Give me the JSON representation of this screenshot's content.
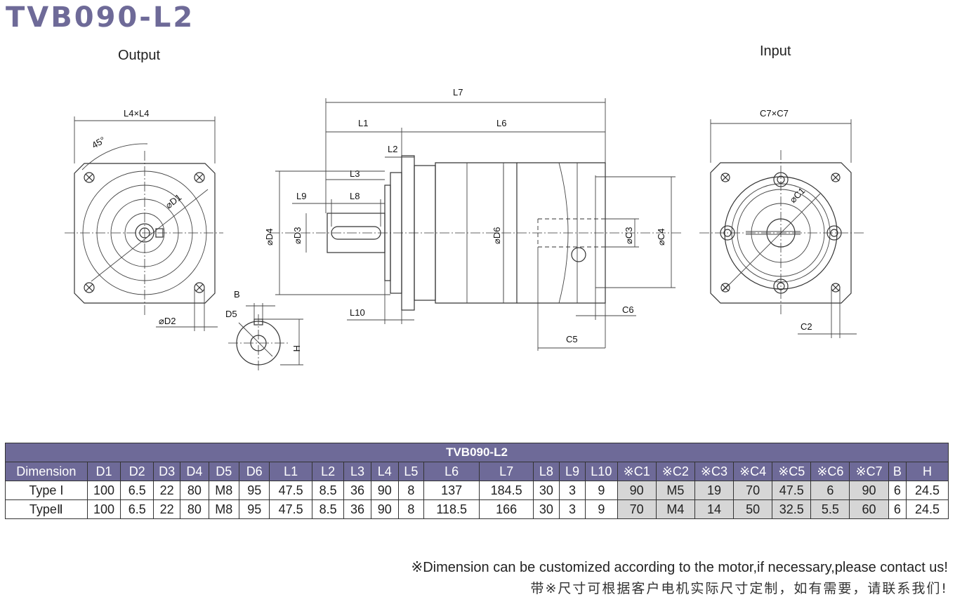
{
  "title": "TVB090-L2",
  "views": {
    "output": "Output",
    "input": "Input"
  },
  "dims": {
    "l4l4": "L4×L4",
    "angle": "45°",
    "d1": "⌀D1",
    "d2": "⌀D2",
    "b": "B",
    "d5": "D5",
    "h": "H",
    "l7": "L7",
    "l1": "L1",
    "l6": "L6",
    "l2": "L2",
    "l3": "L3",
    "l9": "L9",
    "l8": "L8",
    "d4": "⌀D4",
    "d3": "⌀D3",
    "d6": "⌀D6",
    "c3": "⌀C3",
    "c4": "⌀C4",
    "l10": "L10",
    "c6": "C6",
    "c5": "C5",
    "c7c7": "C7×C7",
    "c1": "⌀C1",
    "c2": "C2"
  },
  "table": {
    "title": "TVB090-L2",
    "headers": [
      "Dimension",
      "D1",
      "D2",
      "D3",
      "D4",
      "D5",
      "D6",
      "L1",
      "L2",
      "L3",
      "L4",
      "L5",
      "L6",
      "L7",
      "L8",
      "L9",
      "L10",
      "※C1",
      "※C2",
      "※C3",
      "※C4",
      "※C5",
      "※C6",
      "※C7",
      "B",
      "H"
    ],
    "rows": [
      [
        "Type I",
        "100",
        "6.5",
        "22",
        "80",
        "M8",
        "95",
        "47.5",
        "8.5",
        "36",
        "90",
        "8",
        "137",
        "184.5",
        "30",
        "3",
        "9",
        "90",
        "M5",
        "19",
        "70",
        "47.5",
        "6",
        "90",
        "6",
        "24.5"
      ],
      [
        "TypeⅡ",
        "100",
        "6.5",
        "22",
        "80",
        "M8",
        "95",
        "47.5",
        "8.5",
        "36",
        "90",
        "8",
        "118.5",
        "166",
        "30",
        "3",
        "9",
        "70",
        "M4",
        "14",
        "50",
        "32.5",
        "5.5",
        "60",
        "6",
        "24.5"
      ]
    ],
    "highlight_color": "#d6d6d6",
    "header_color": "#6e6a98"
  },
  "notes": {
    "en": "※Dimension can be customized according to the motor,if necessary,please contact us!",
    "cn": "带※尺寸可根据客户电机实际尺寸定制，如有需要，请联系我们!"
  }
}
